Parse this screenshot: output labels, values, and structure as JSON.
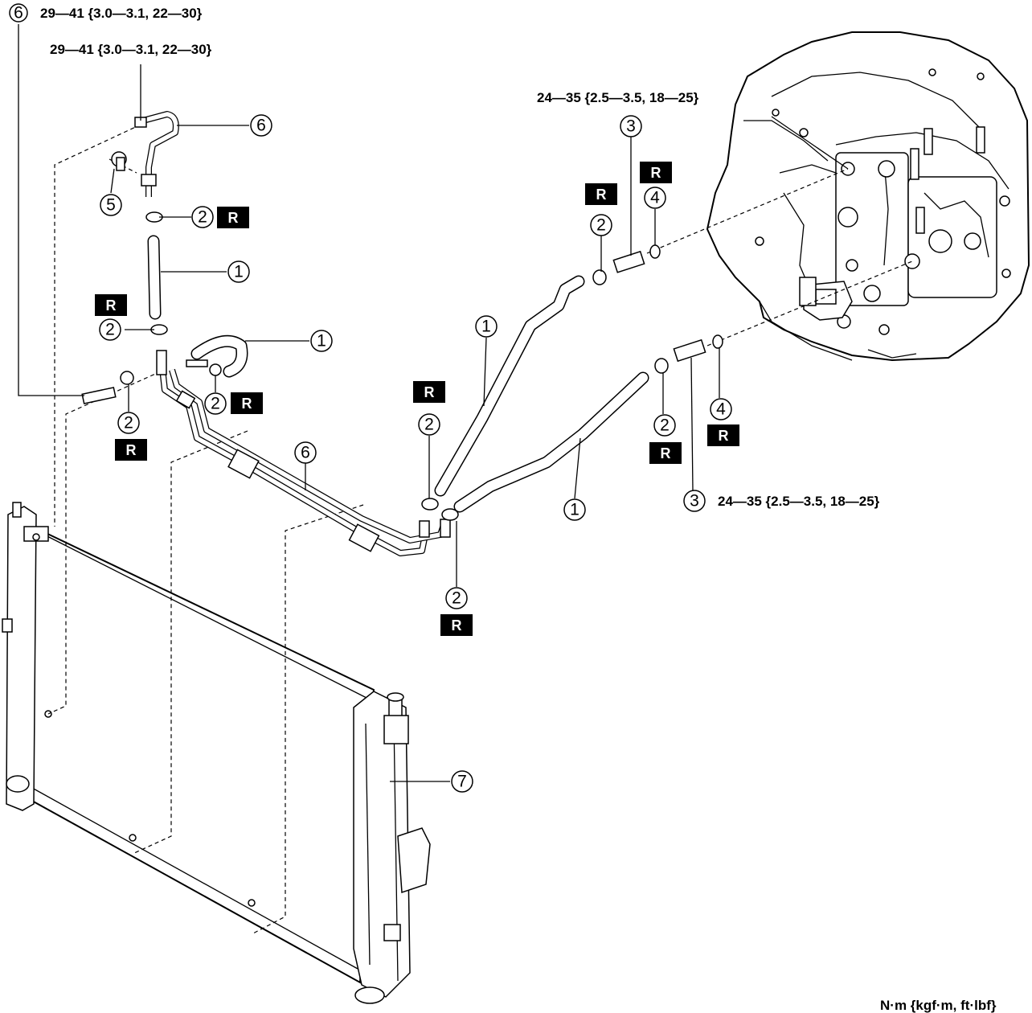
{
  "torques": {
    "t1": "29—41 {3.0—3.1, 22—30}",
    "t2": "29—41 {3.0—3.1, 22—30}",
    "t3": "24—35 {2.5—3.5, 18—25}",
    "t4": "24—35 {2.5—3.5, 18—25}"
  },
  "units": "N·m {kgf·m, ft·lbf}",
  "replace_symbol": "R",
  "callouts": {
    "c6_top": "6",
    "c6_pipe": "6",
    "c6_main": "6",
    "c5": "5",
    "c2_a": "2",
    "c1_a": "1",
    "c2_b": "2",
    "c1_b": "1",
    "c2_c": "2",
    "c2_d": "2",
    "c2_e": "2",
    "c1_c": "1",
    "c2_f": "2",
    "c1_d": "1",
    "c2_g": "2",
    "c3_a": "3",
    "c4_a": "4",
    "c2_h": "2",
    "c4_b": "4",
    "c3_b": "3",
    "c7": "7"
  }
}
